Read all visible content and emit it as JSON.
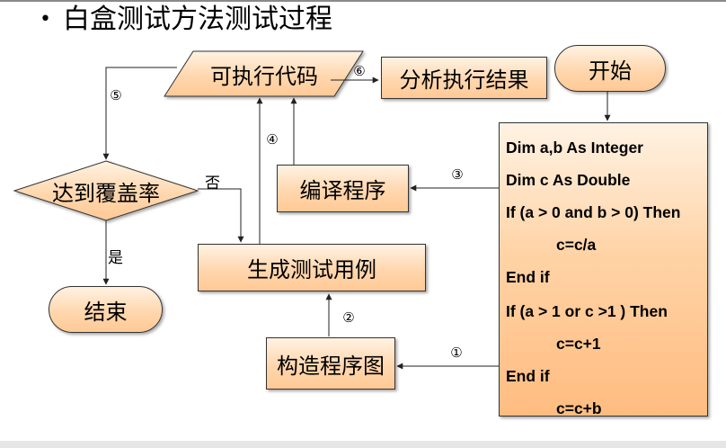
{
  "title": {
    "bullet": "•",
    "text": "白盒测试方法测试过程"
  },
  "nodes": {
    "executable_code": "可执行代码",
    "analyze_results": "分析执行结果",
    "start": "开始",
    "coverage_decision": "达到覆盖率",
    "compile": "编译程序",
    "generate_cases": "生成测试用例",
    "end": "结束",
    "build_graph": "构造程序图"
  },
  "edge_labels": {
    "no": "否",
    "yes": "是",
    "step1": "①",
    "step2": "②",
    "step3": "③",
    "step4": "④",
    "step5": "⑤",
    "step6": "⑥"
  },
  "code_lines": [
    {
      "text": "Dim a,b As Integer",
      "indent": false
    },
    {
      "text": "Dim c As Double",
      "indent": false
    },
    {
      "text": "If (a > 0 and b > 0) Then",
      "indent": false
    },
    {
      "text": "c=c/a",
      "indent": true
    },
    {
      "text": "End if",
      "indent": false
    },
    {
      "text": "If (a > 1 or c >1 ) Then",
      "indent": false
    },
    {
      "text": "c=c+1",
      "indent": true
    },
    {
      "text": "End if",
      "indent": false
    },
    {
      "text": "c=c+b",
      "indent": true
    }
  ]
}
